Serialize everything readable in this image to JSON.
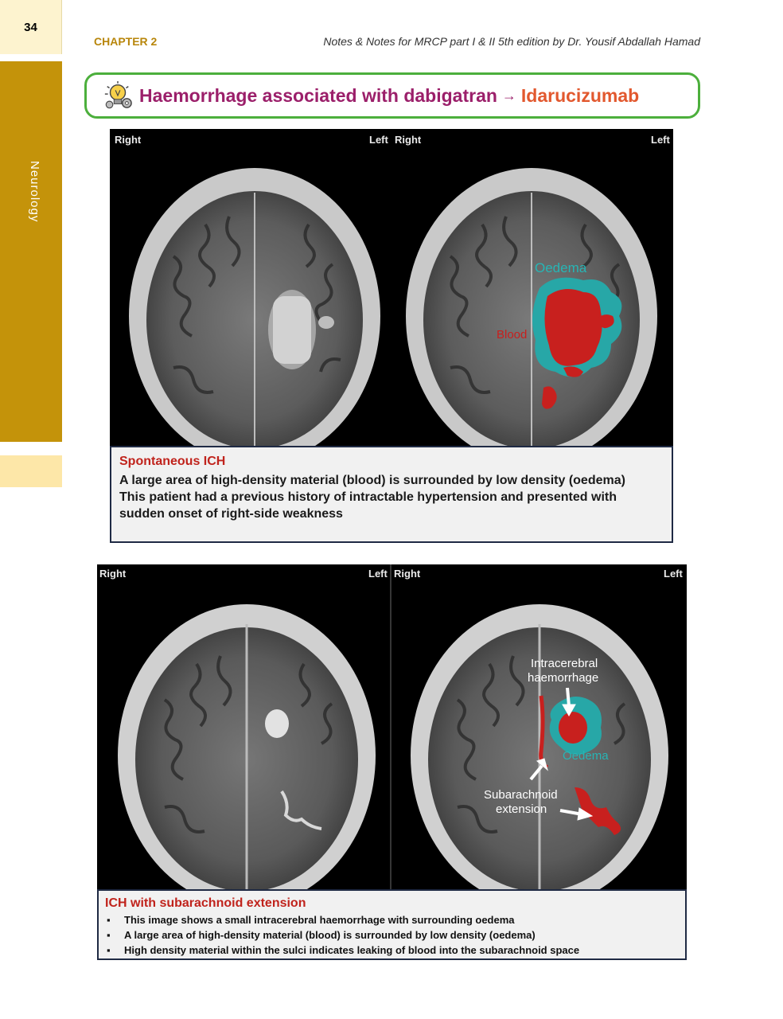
{
  "page": {
    "number": "34"
  },
  "sidebar": {
    "section_label": "Neurology"
  },
  "header": {
    "chapter": "CHAPTER 2",
    "book": "Notes & Notes for MRCP part I & II  5th edition by Dr. Yousif Abdallah Hamad"
  },
  "title": {
    "text": "Haemorrhage associated with dabigatran",
    "arrow": "→",
    "drug": "Idarucizumab",
    "icon": "lightbulb-gear-icon"
  },
  "figure1": {
    "left": {
      "side_left_label": "Right",
      "side_right_label": "Left"
    },
    "right": {
      "side_left_label": "Right",
      "side_right_label": "Left",
      "oedema_label": "Oedema",
      "blood_label": "Blood"
    },
    "caption_title": "Spontaneous ICH",
    "caption_line1": "A large area of high-density material (blood) is surrounded by low density (oedema)",
    "caption_line2": "This patient had a previous history of intractable hypertension and presented with sudden onset of right-side weakness"
  },
  "figure2": {
    "left": {
      "side_left_label": "Right",
      "side_right_label": "Left"
    },
    "right": {
      "side_left_label": "Right",
      "side_right_label": "Left",
      "ich_label_line1": "Intracerebral",
      "ich_label_line2": "haemorrhage",
      "oedema_label": "Oedema",
      "sah_label_line1": "Subarachnoid",
      "sah_label_line2": "extension"
    },
    "caption_title": "ICH with subarachnoid extension",
    "bullets": [
      "This image shows a small intracerebral haemorrhage with surrounding oedema",
      "A large area of high-density material (blood) is surrounded by low density (oedema)",
      "High density material within the sulci indicates leaking of blood into the subarachnoid space"
    ]
  },
  "colors": {
    "sidebar": "#c4930a",
    "chapter": "#b8860b",
    "title": "#9b1f6a",
    "drug": "#e2582e",
    "box_border": "#4caf3c",
    "blood": "#c8201e",
    "oedema": "#27a7a7",
    "caption_title": "#c0231c"
  }
}
